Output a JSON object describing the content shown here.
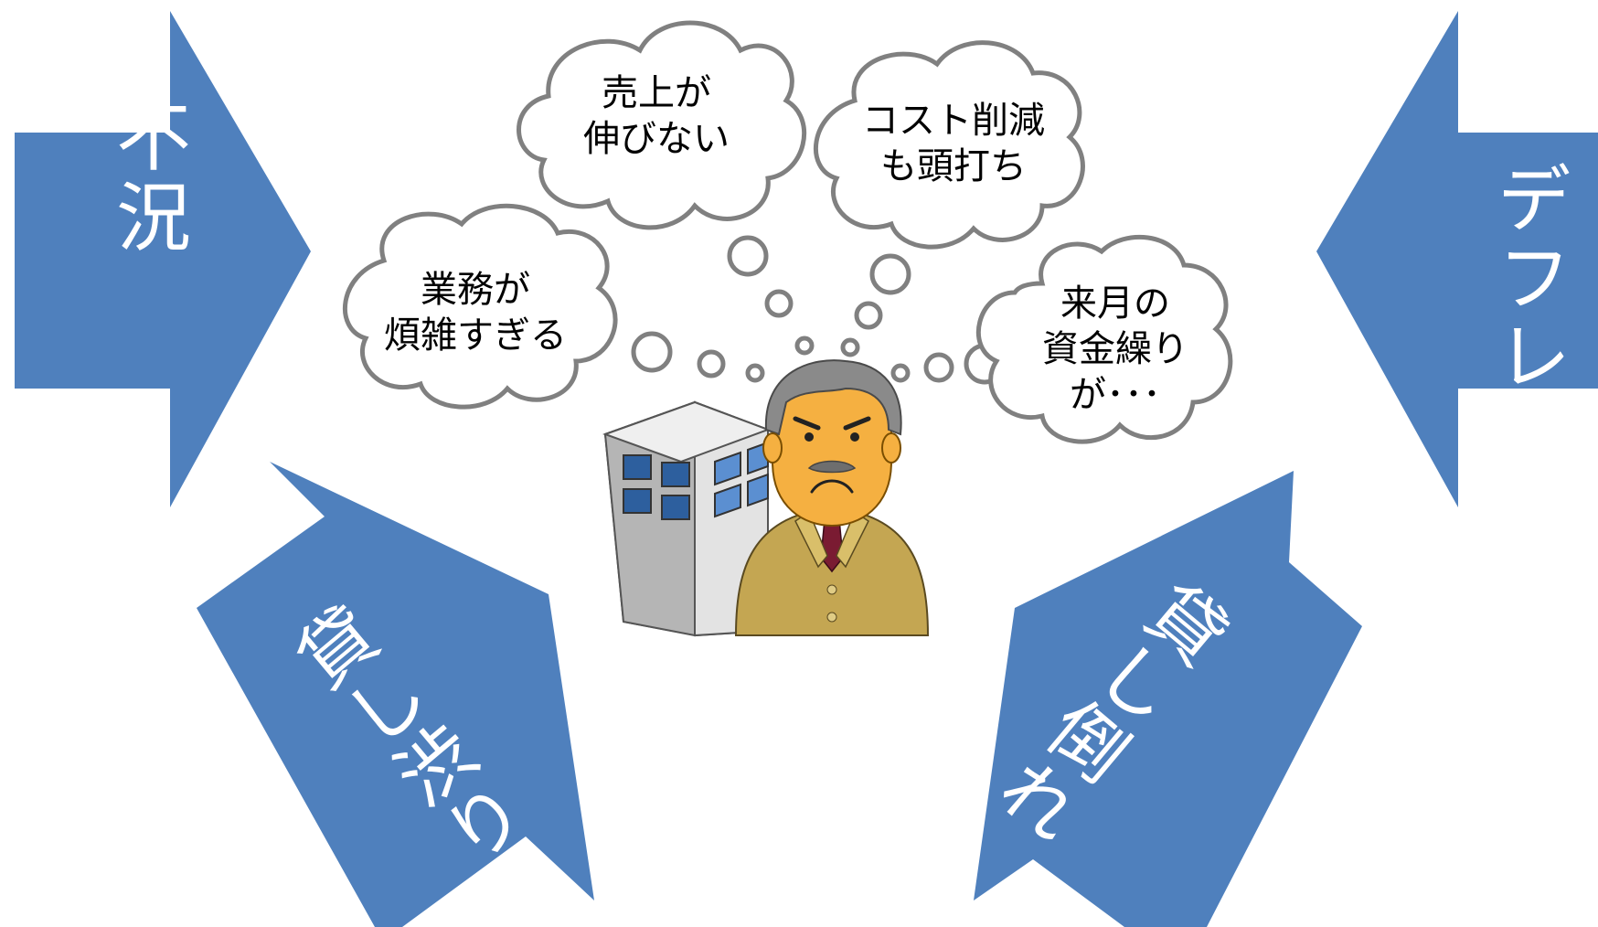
{
  "arrows": {
    "left_top": "不況",
    "right_top": "デフレ",
    "left_bottom": "貸し渋り",
    "right_bottom": "貸し倒れ"
  },
  "thoughts": {
    "sales": [
      "売上が",
      "伸びない"
    ],
    "cost": [
      "コスト削減",
      "も頭打ち"
    ],
    "work": [
      "業務が",
      "煩雑すぎる"
    ],
    "funds": [
      "来月の",
      "資金繰り",
      "が･･･"
    ]
  },
  "colors": {
    "arrow": "#4f80bd",
    "cloud_stroke": "#808080",
    "suit": "#c4a652",
    "skin": "#f5b041",
    "hair": "#8a8a8a",
    "tie": "#7a1b32",
    "window": "#2d5f9e",
    "building_front": "#b5b5b5",
    "building_side": "#d9d9d9"
  },
  "illustration": {
    "subject": "worried businessman in front of office building"
  }
}
